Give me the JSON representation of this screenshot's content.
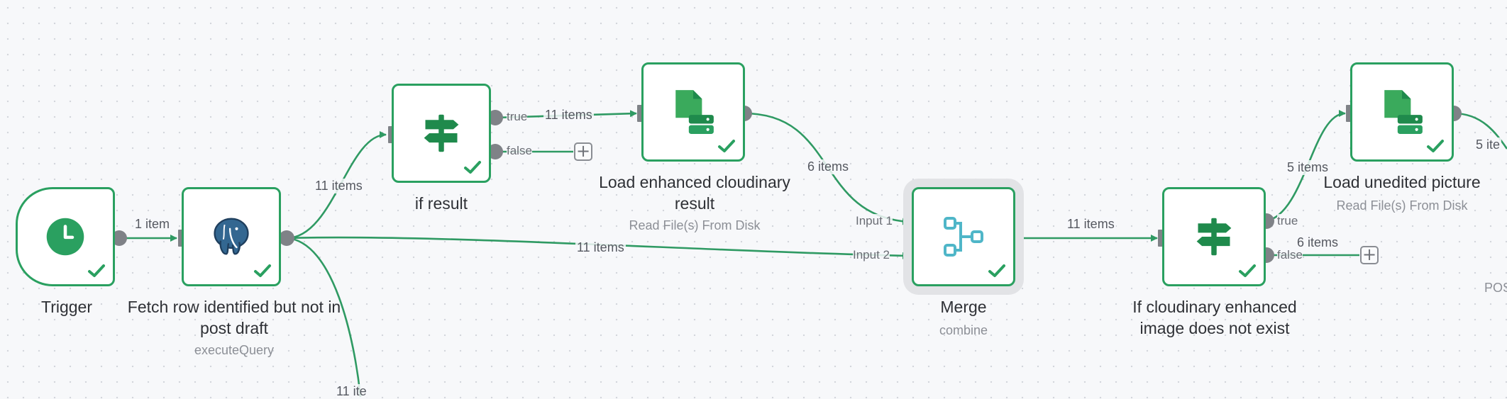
{
  "nodes": [
    {
      "id": "trigger",
      "title": "Trigger",
      "subtitle": "",
      "icon": "clock-icon",
      "status": "success"
    },
    {
      "id": "fetch",
      "title": "Fetch row identified but not in post draft",
      "subtitle": "executeQuery",
      "icon": "postgres-elephant-icon",
      "status": "success"
    },
    {
      "id": "if_result",
      "title": "if result",
      "subtitle": "",
      "icon": "signpost-icon",
      "status": "success"
    },
    {
      "id": "load_enhanced",
      "title": "Load enhanced cloudinary result",
      "subtitle": "Read File(s) From Disk",
      "icon": "file-disk-icon",
      "status": "success"
    },
    {
      "id": "merge",
      "title": "Merge",
      "subtitle": "combine",
      "icon": "merge-icon",
      "status": "success",
      "selected": true
    },
    {
      "id": "if_cloudinary",
      "title": "If cloudinary enhanced image does not exist",
      "subtitle": "",
      "icon": "signpost-icon",
      "status": "success"
    },
    {
      "id": "load_unedited",
      "title": "Load unedited picture",
      "subtitle": "Read File(s) From Disk",
      "icon": "file-disk-icon",
      "status": "success"
    }
  ],
  "edge_labels": {
    "trigger_fetch": "1 item",
    "fetch_if": "11 items",
    "if_true_load": "11 items",
    "load_merge": "6 items",
    "fetch_merge": "11 items",
    "merge_if2": "11 items",
    "if2_true_load2": "5 items",
    "if2_false": "6 items",
    "load2_out": "5 ite",
    "fetch_down": "11 ite"
  },
  "port_labels": {
    "if_true": "true",
    "if_false": "false",
    "merge_input1": "Input 1",
    "merge_input2": "Input 2",
    "if2_true": "true",
    "if2_false": "false"
  },
  "partial_offscreen_label": "POS",
  "colors": {
    "node_border": "#2aa060",
    "edge": "#2f9a63",
    "port": "#7f8287",
    "canvas": "#f7f8fa"
  }
}
